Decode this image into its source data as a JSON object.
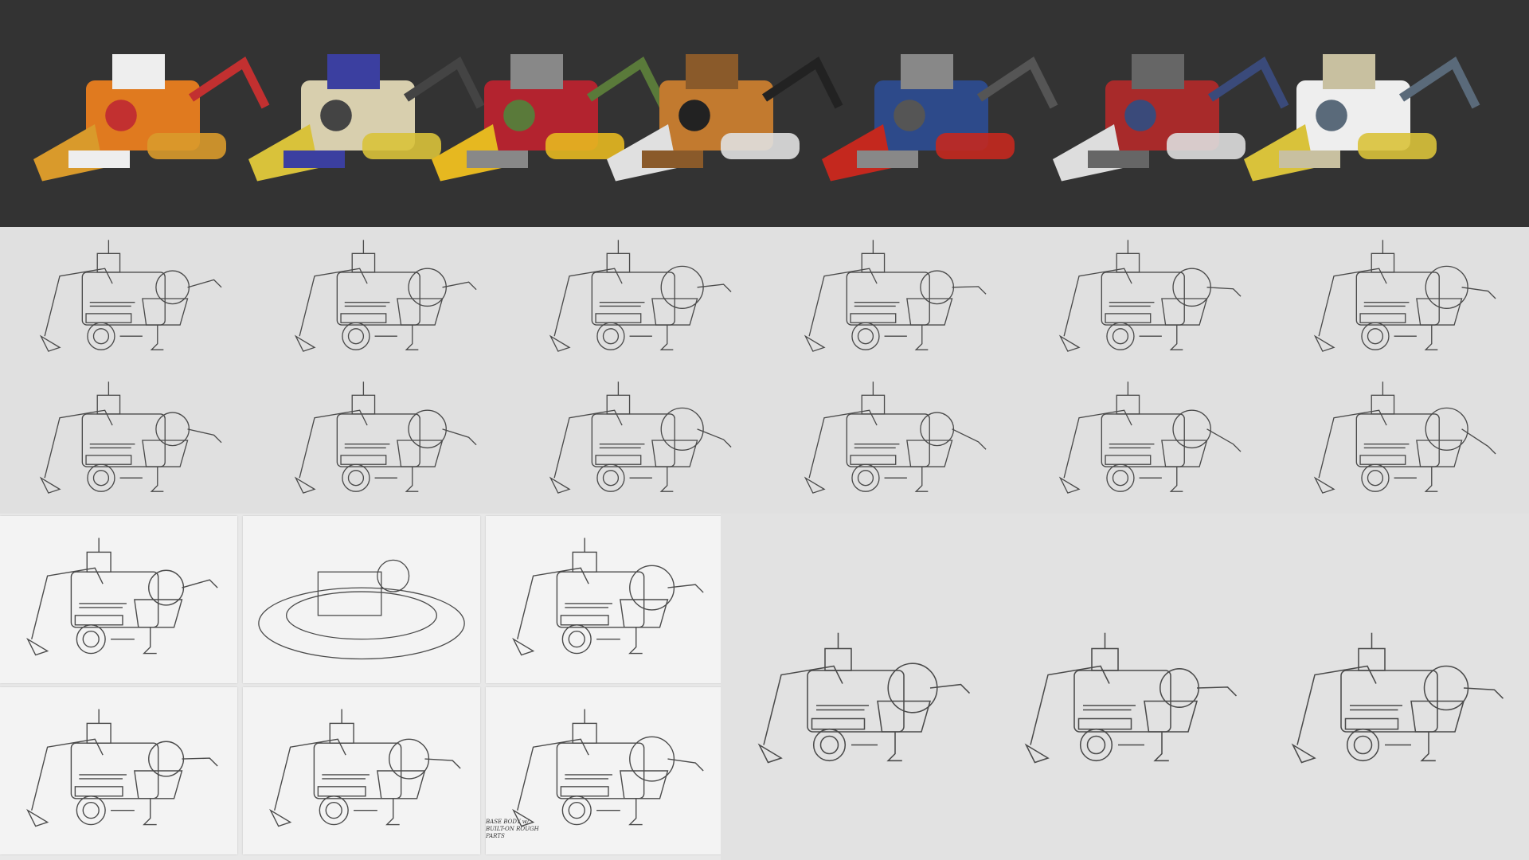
{
  "sheet": {
    "sections": [
      "reference-photo-collage",
      "thumbnail-sketches",
      "paper-sketches",
      "final-sketches"
    ],
    "handwritten_note": "BASE BODY w/ BUILT-ON ROUGH PARTS"
  },
  "colors": {
    "collage_background": "#333333",
    "sketch_background": "#e0e0e0",
    "paper": "#f3f3f3",
    "pencil": "#4a4a4a",
    "orange": "#e07a1f",
    "yellow": "#d9c23a",
    "red": "#b3232f",
    "white": "#e8e8e8",
    "blue": "#2d4a8a"
  },
  "photo_collages": [
    {
      "name": "excavator-cab-collage",
      "colors": [
        "#e07a1f",
        "#d99a2b",
        "#eeeeee",
        "#c23030"
      ]
    },
    {
      "name": "submarine-crane-collage",
      "colors": [
        "#d8cfae",
        "#d9c23a",
        "#3b3fa0",
        "#444444"
      ]
    },
    {
      "name": "container-jet-collage",
      "colors": [
        "#b3232f",
        "#e6b820",
        "#888888",
        "#5a7a3a"
      ]
    },
    {
      "name": "boom-lift-collage",
      "colors": [
        "#c27a2f",
        "#e0e0e0",
        "#8a5a2a",
        "#222222"
      ]
    },
    {
      "name": "hovercraft-collage",
      "colors": [
        "#2d4a8a",
        "#c4281e",
        "#888888",
        "#555555"
      ]
    },
    {
      "name": "gravity-wagon-collage",
      "colors": [
        "#a82a2a",
        "#dddddd",
        "#666666",
        "#3a4a7a"
      ]
    },
    {
      "name": "yacht-digger-collage",
      "colors": [
        "#eeeeee",
        "#d9c23a",
        "#c8c0a0",
        "#5a6a7a"
      ]
    }
  ]
}
